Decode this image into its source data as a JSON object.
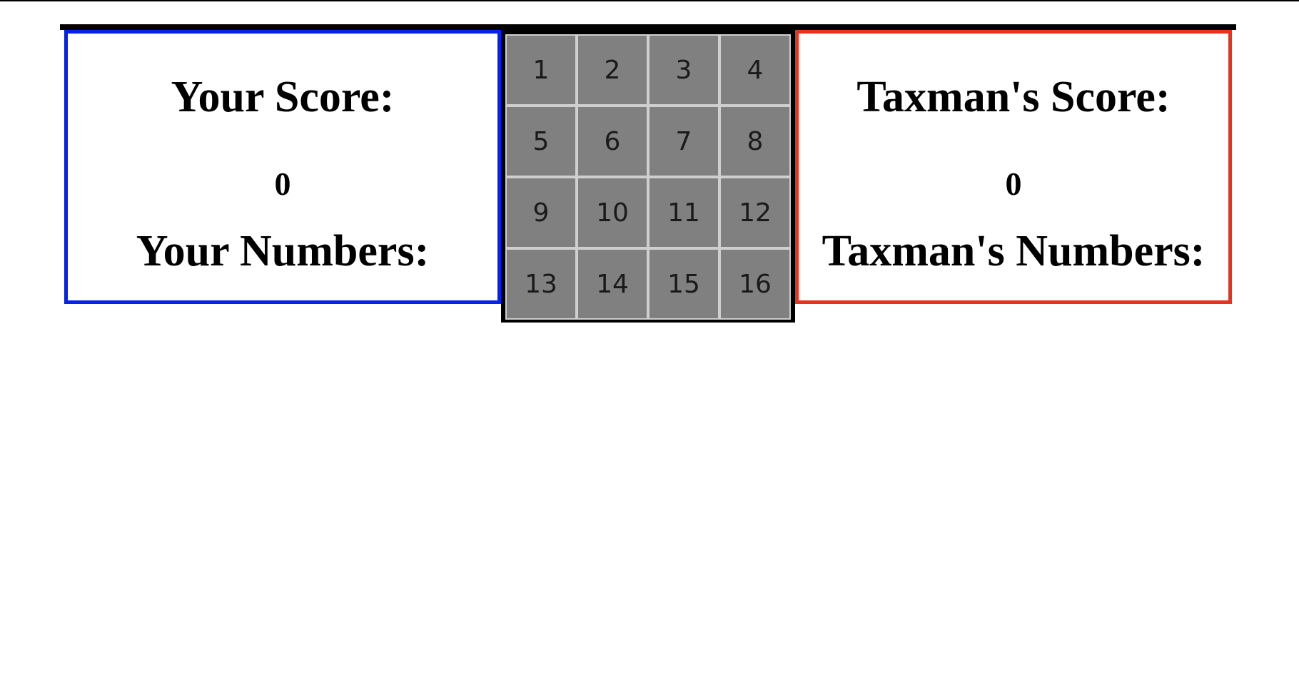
{
  "player_panel": {
    "score_heading": "Your Score:",
    "score_value": "0",
    "numbers_heading": "Your Numbers:",
    "border_color": "#0523e8"
  },
  "taxman_panel": {
    "score_heading": "Taxman's Score:",
    "score_value": "0",
    "numbers_heading": "Taxman's Numbers:",
    "border_color": "#e8321e"
  },
  "board": {
    "tile_color": "#808080",
    "tiles": [
      "1",
      "2",
      "3",
      "4",
      "5",
      "6",
      "7",
      "8",
      "9",
      "10",
      "11",
      "12",
      "13",
      "14",
      "15",
      "16"
    ]
  }
}
